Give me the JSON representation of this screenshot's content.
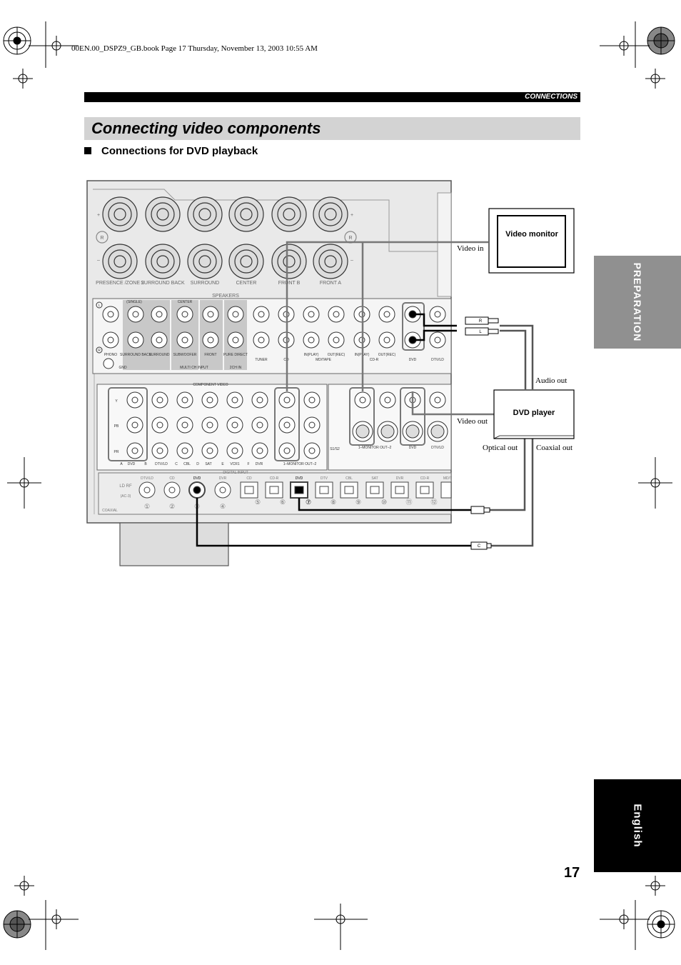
{
  "header": {
    "file_line": "00EN.00_DSPZ9_GB.book  Page 17  Thursday, November 13, 2003  10:55 AM"
  },
  "section": {
    "label": "CONNECTIONS"
  },
  "page": {
    "title": "Connecting video components",
    "subheading": "Connections for DVD playback",
    "number": "17"
  },
  "side_tabs": {
    "preparation": "PREPARATION",
    "language": "English"
  },
  "diagram": {
    "video_monitor": "Video monitor",
    "dvd_player": "DVD player",
    "video_in": "Video in",
    "video_out": "Video out",
    "audio_out": "Audio out",
    "optical_out": "Optical out",
    "coaxial_out": "Coaxial out",
    "speaker_labels": [
      "PRESENCE /ZONE 2",
      "SURROUND BACK",
      "SURROUND",
      "CENTER",
      "FRONT B",
      "FRONT A"
    ],
    "speakers_caption": "SPEAKERS",
    "audio_in_labels": [
      "PHONO",
      "SURROUND BACK",
      "SURROUND",
      "SUBWOOFER",
      "FRONT",
      "PURE DIRECT",
      "TUNER",
      "CD",
      "IN(PLAY)",
      "OUT(REC)",
      "IN(PLAY)",
      "OUT(REC)",
      "DVD",
      "DTV/LD"
    ],
    "audio_group_labels": [
      "MD/TAPE",
      "CD-R"
    ],
    "audio_sub_labels": {
      "single": "(SINGLE)",
      "center": "CENTER",
      "multi": "MULTI CH INPUT",
      "twoch": "2CH IN",
      "gnd": "GND"
    },
    "component_video": "COMPONENT VIDEO",
    "component_rows": [
      "Y",
      "PB",
      "PR"
    ],
    "component_inputs": [
      "A",
      "DVD",
      "B",
      "DTV/LD",
      "C",
      "CBL",
      "D",
      "SAT",
      "E",
      "VCR1",
      "F",
      "DVR"
    ],
    "monitor_out": "1–MONITOR OUT–2",
    "s_labels": [
      "S1/S2",
      "1–MONITOR OUT–2",
      "DVD",
      "DTV/LD"
    ],
    "digital_input": "DIGITAL INPUT",
    "coax_labels": [
      "DTV/LD",
      "CD",
      "DVD",
      "DVR"
    ],
    "optical_labels": [
      "CD",
      "CD-R",
      "DVD",
      "DTV",
      "CBL",
      "SAT",
      "DVR",
      "CD-R",
      "MD/T"
    ],
    "digital_numbers": [
      "①",
      "②",
      "③",
      "④",
      "⑤",
      "⑥",
      "⑦",
      "⑧",
      "⑨",
      "⑩",
      "⑪",
      "⑫"
    ],
    "ld_rf": "LD RF",
    "ac3": "(AC-3)",
    "coaxial_small": "COAXIAL",
    "plug_r": "R",
    "plug_l": "L",
    "plug_c": "C",
    "terminal_r": "R",
    "terminal_l": "L",
    "polarity_plus": "+",
    "polarity_minus": "–"
  }
}
